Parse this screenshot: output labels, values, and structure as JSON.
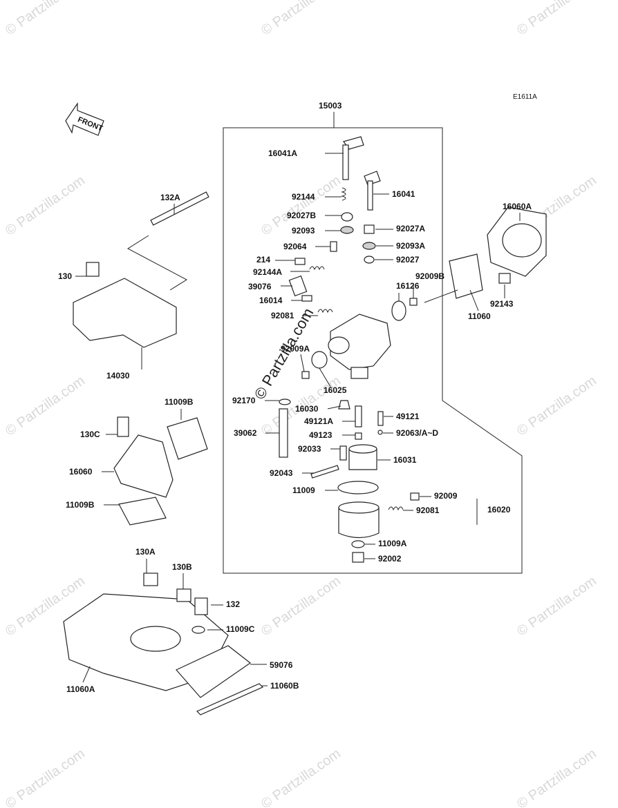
{
  "diagram_code": "E1611A",
  "front_label": "FRONT",
  "watermark": "© Partzilla.com",
  "watermark_center": "© Partzilla.com",
  "parts": [
    "15003",
    "16041A",
    "92144",
    "16041",
    "92027B",
    "92093",
    "92027A",
    "92064",
    "92093A",
    "214",
    "92027",
    "92144A",
    "92009B",
    "39076",
    "16126",
    "16014",
    "92081",
    "92009A",
    "16025",
    "92170",
    "16030",
    "39062",
    "49121A",
    "49121",
    "49123",
    "92063/A~D",
    "92033",
    "16031",
    "92043",
    "11009",
    "92009",
    "92081",
    "16020",
    "11009A",
    "92002",
    "16060A",
    "11060",
    "92143",
    "132A",
    "130",
    "14030",
    "11009B",
    "130C",
    "16060",
    "11009B",
    "130A",
    "130B",
    "132",
    "11009C",
    "59076",
    "11060A",
    "11060B"
  ]
}
